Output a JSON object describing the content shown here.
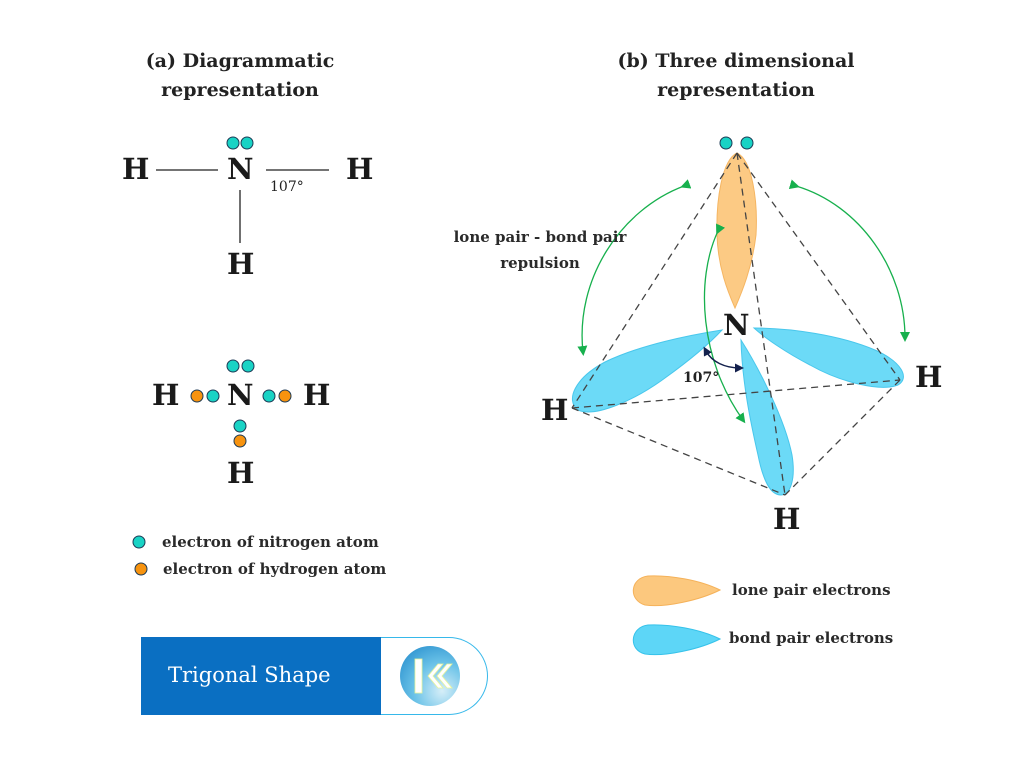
{
  "panel_a": {
    "title_line1": "(a) Diagrammatic",
    "title_line2": "representation",
    "structural": {
      "center_atom": "N",
      "left_atom": "H",
      "right_atom": "H",
      "bottom_atom": "H",
      "bond_angle": "107°"
    },
    "lewis": {
      "center_atom": "N",
      "left_atom": "H",
      "right_atom": "H",
      "bottom_atom": "H"
    },
    "legend": [
      {
        "label": "electron of nitrogen atom",
        "color": "#19d3c5"
      },
      {
        "label": "electron of hydrogen atom",
        "color": "#f7930f"
      }
    ]
  },
  "panel_b": {
    "title_line1": "(b) Three dimensional",
    "title_line2": "representation",
    "center_atom": "N",
    "h_left": "H",
    "h_right": "H",
    "h_bottom": "H",
    "bond_angle": "107°",
    "annotation_line1": "lone pair - bond pair",
    "annotation_line2": "repulsion",
    "legend": [
      {
        "label": "lone pair electrons",
        "color": "#fcc87e"
      },
      {
        "label": "bond pair electrons",
        "color": "#5dd6f7"
      }
    ]
  },
  "banner": {
    "text": "Trigonal Shape",
    "logo": "k-logo-icon"
  },
  "colors": {
    "nitrogen_electron": "#19d3c5",
    "hydrogen_electron": "#f7930f",
    "lone_pair": "#fcc87e",
    "bond_pair": "#5dd6f7",
    "repulsion_arrow": "#17b04d",
    "angle_arrow": "#14214d",
    "banner_blue": "#0a6fc2"
  }
}
